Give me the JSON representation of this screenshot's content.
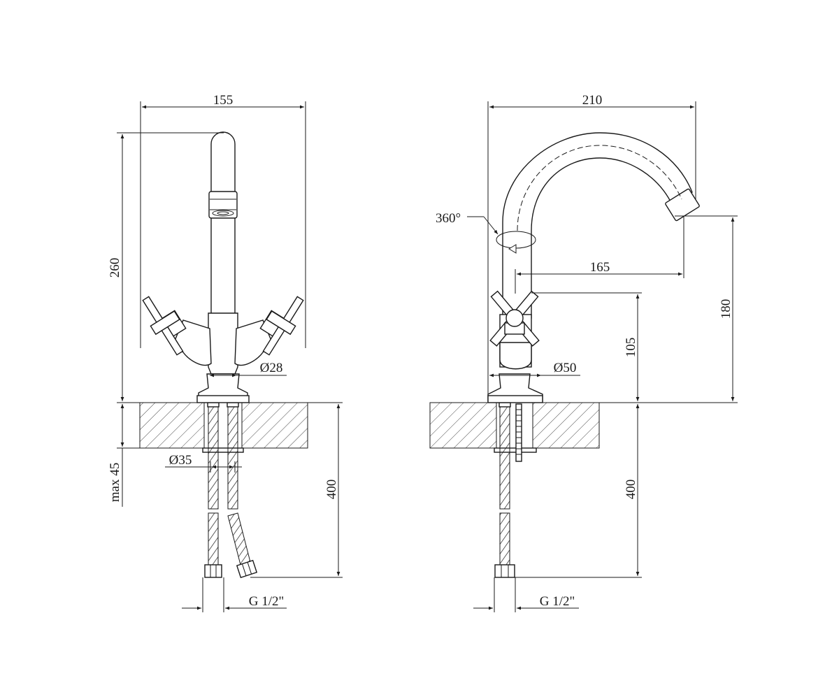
{
  "left_view": {
    "width": "155",
    "height": "260",
    "base_diameter": "Ø28",
    "hole_diameter": "Ø35",
    "max_thickness": "max 45",
    "hose_length": "400",
    "thread": "G 1/2\""
  },
  "right_view": {
    "width": "210",
    "rotation": "360°",
    "reach": "165",
    "spout_height": "180",
    "handle_height": "105",
    "base_diameter": "Ø50",
    "hose_length": "400",
    "thread": "G 1/2\""
  }
}
